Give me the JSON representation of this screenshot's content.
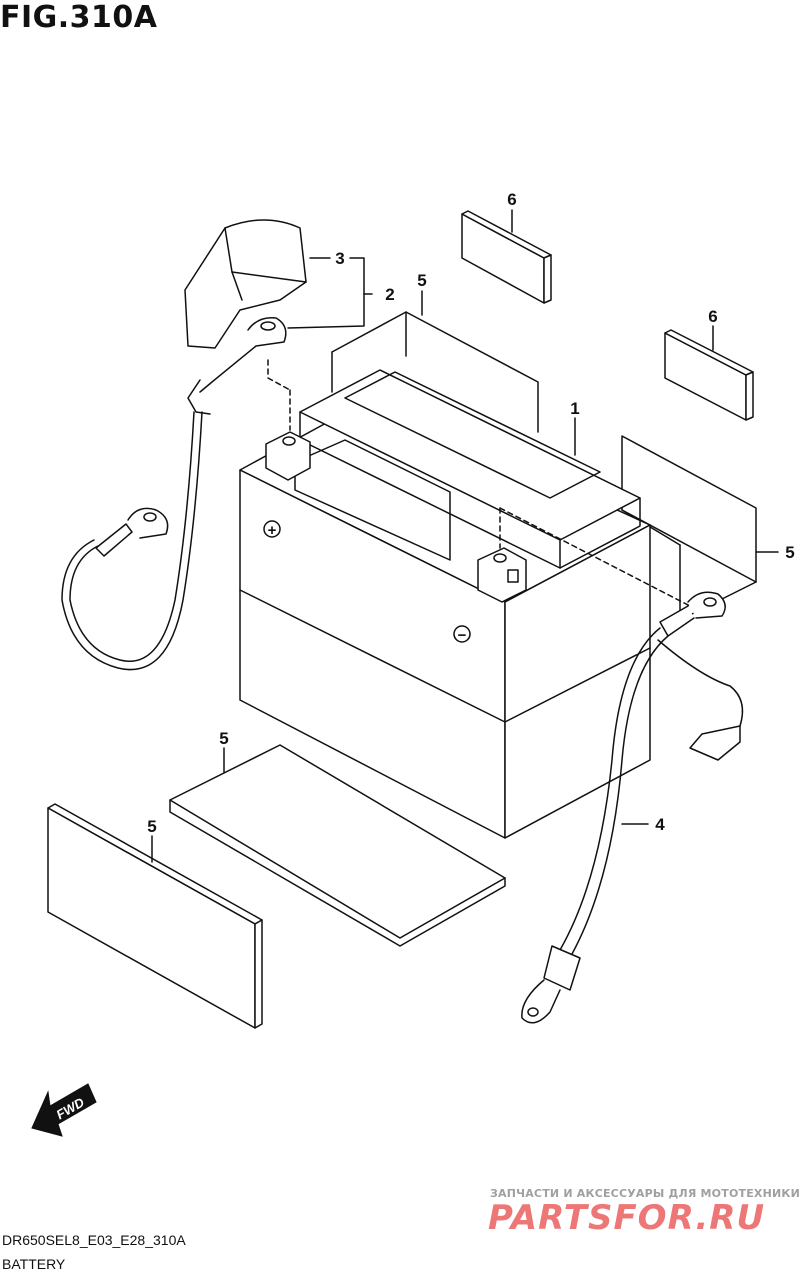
{
  "figure": {
    "title": "FIG.310A"
  },
  "footer": {
    "model_code": "DR650SEL8_E03_E28_310A",
    "section_name": "BATTERY"
  },
  "callouts": {
    "c1": "1",
    "c2": "2",
    "c3": "3",
    "c4": "4",
    "c5a": "5",
    "c5b": "5",
    "c5c": "5",
    "c5d": "5",
    "c6a": "6",
    "c6b": "6"
  },
  "terminals": {
    "plus": "+",
    "minus": "−"
  },
  "fwd_arrow": {
    "label": "FWD"
  },
  "watermark": {
    "tagline": "ЗАПЧАСТИ И АКСЕССУАРЫ ДЛЯ МОТОТЕХНИКИ",
    "brand": "PARTSFOR.RU"
  }
}
